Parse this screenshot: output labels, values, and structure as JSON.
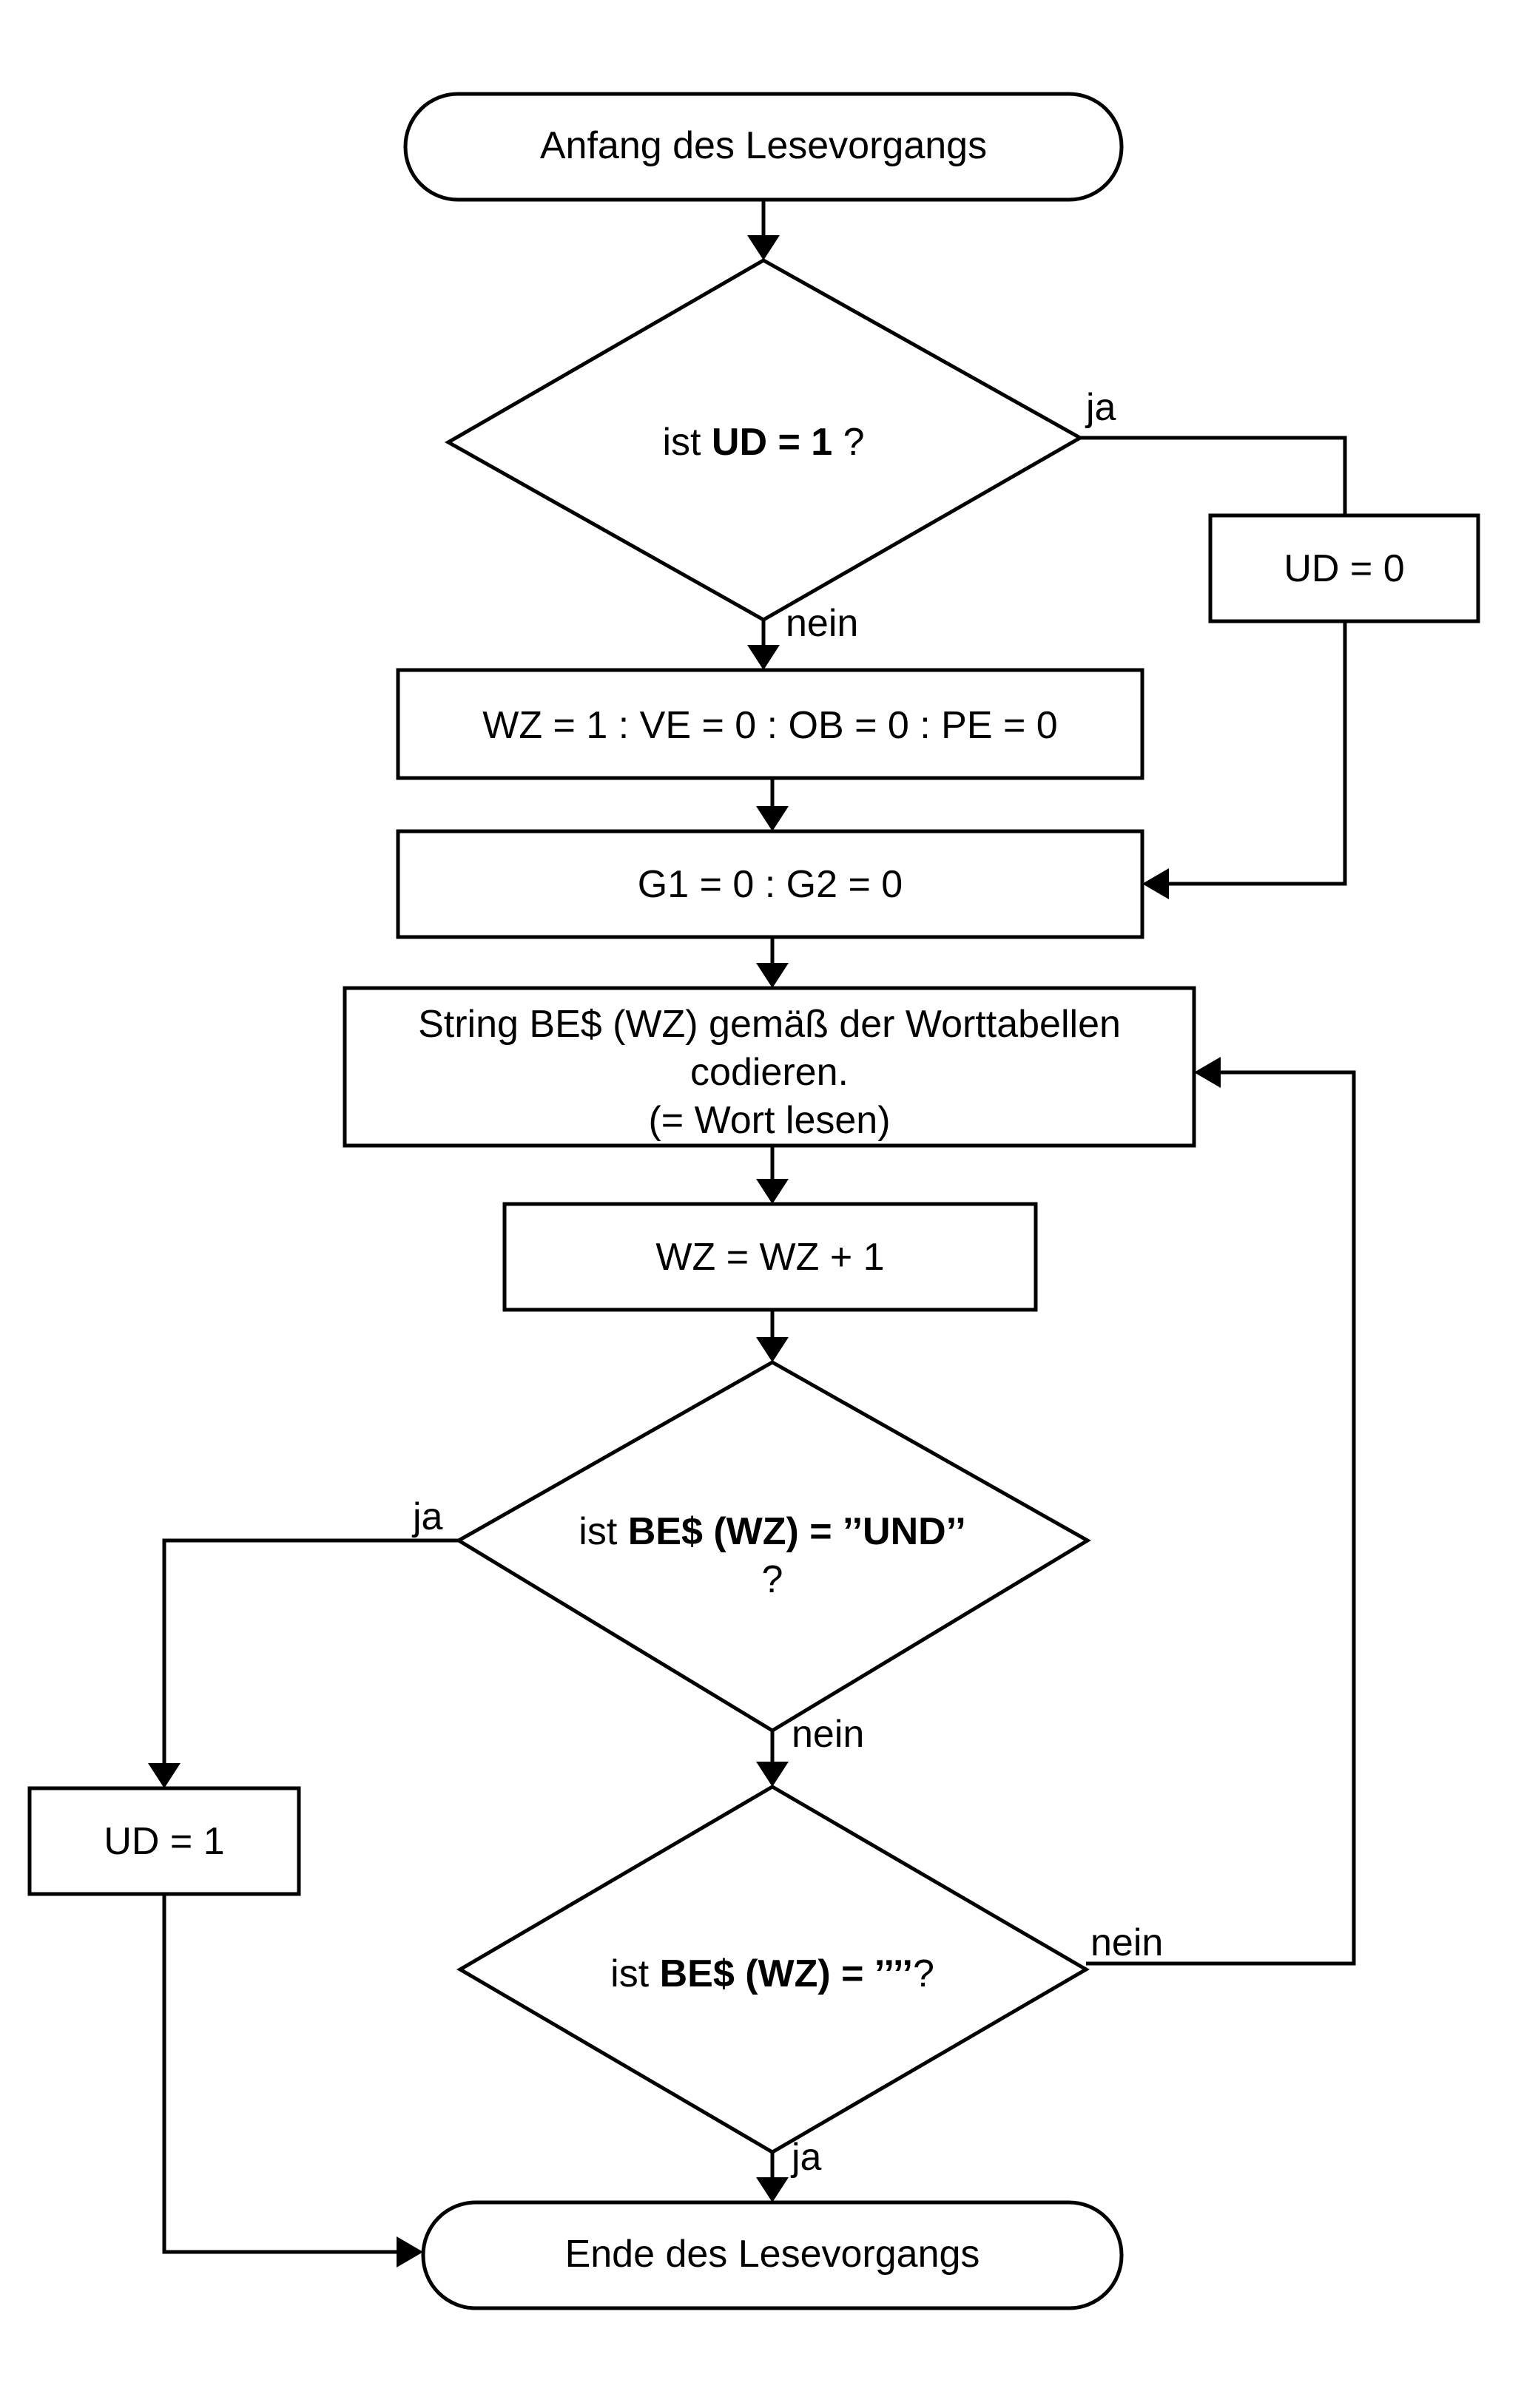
{
  "flowchart": {
    "start": "Anfang des Lesevorgangs",
    "decision1": {
      "pre": "ist ",
      "bold": "UD = 1",
      "post": " ?"
    },
    "label_ja_1": "ja",
    "label_nein_1": "nein",
    "box_ud0": "UD = 0",
    "box_init": "WZ = 1 : VE = 0 : OB = 0 : PE = 0",
    "box_g": "G1 = 0 : G2 = 0",
    "box_string": [
      "String BE$ (WZ) gemäß der Worttabellen",
      "codieren.",
      "(= Wort lesen)"
    ],
    "box_inc": "WZ = WZ + 1",
    "decision2": {
      "pre": "ist ",
      "bold": "BE$ (WZ) = ’’UND’’",
      "line2": "?"
    },
    "label_ja_2": "ja",
    "label_nein_2": "nein",
    "box_ud1": "UD = 1",
    "decision3": {
      "pre": "ist ",
      "bold": "BE$ (WZ) = ’’’’",
      "post": "?"
    },
    "label_nein_3": "nein",
    "label_ja_3": "ja",
    "end": "Ende des Lesevorgangs"
  }
}
